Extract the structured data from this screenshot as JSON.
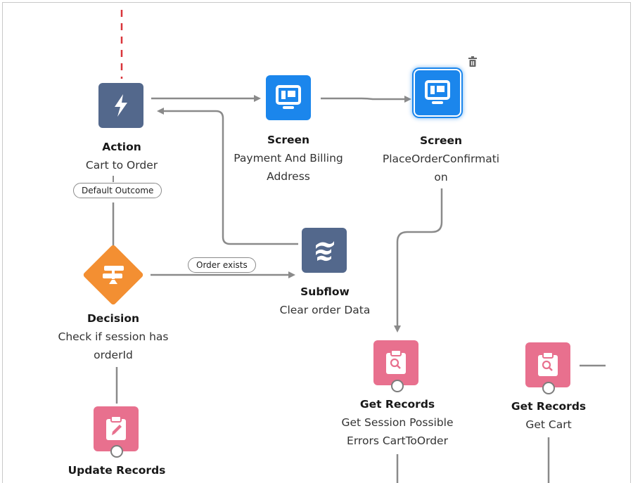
{
  "canvas": {
    "colors": {
      "action": "#53688c",
      "screen": "#1b86ec",
      "decision": "#f38f32",
      "records": "#e8708e",
      "connector": "#8a8a8a",
      "fault": "#d9343a"
    }
  },
  "nodes": {
    "action": {
      "type": "Action",
      "name": "Cart to Order",
      "icon": "lightning-icon"
    },
    "screen1": {
      "type": "Screen",
      "name_lines": [
        "Payment And Billing",
        "Address"
      ],
      "icon": "screen-icon"
    },
    "screen2": {
      "type": "Screen",
      "name_lines": [
        "PlaceOrderConfirmati",
        "on"
      ],
      "icon": "screen-icon",
      "selected": true
    },
    "decision": {
      "type": "Decision",
      "name_lines": [
        "Check if session has",
        "orderId"
      ],
      "icon": "signpost-icon"
    },
    "subflow": {
      "type": "Subflow",
      "name": "Clear order Data",
      "icon": "subflow-icon"
    },
    "get_records1": {
      "type": "Get Records",
      "name_lines": [
        "Get Session Possible",
        "Errors CartToOrder"
      ],
      "icon": "clipboard-search-icon"
    },
    "get_records2": {
      "type": "Get Records",
      "name": "Get Cart",
      "icon": "clipboard-search-icon"
    },
    "update_records": {
      "type": "Update Records",
      "icon": "clipboard-edit-icon"
    }
  },
  "edge_labels": {
    "default_outcome": "Default Outcome",
    "order_exists": "Order exists"
  }
}
